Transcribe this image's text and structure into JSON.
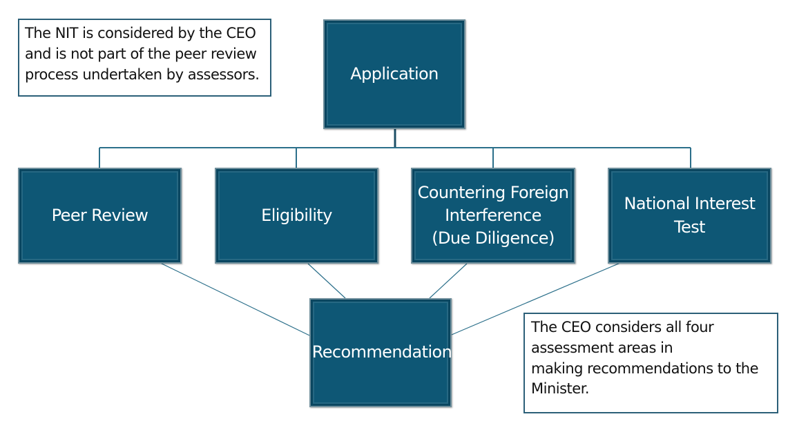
{
  "diagram": {
    "nodes": {
      "application": "Application",
      "peer_review": "Peer Review",
      "eligibility": "Eligibility",
      "countering_foreign_interference": "Countering Foreign\nInterference\n(Due Diligence)",
      "national_interest_test": "National Interest\nTest",
      "recommendation": "Recommendation"
    },
    "notes": {
      "nit_note": "The NIT is considered by the CEO\nand is not part of the peer review\nprocess undertaken by assessors.",
      "ceo_note": "The CEO considers all four\nassessment areas in\nmaking recommendations to the\nMinister."
    },
    "colors": {
      "box_fill": "#0e5775",
      "box_border": "#6f8f9c",
      "connector": "#2b6f8a",
      "note_border": "#2b5f78"
    }
  }
}
